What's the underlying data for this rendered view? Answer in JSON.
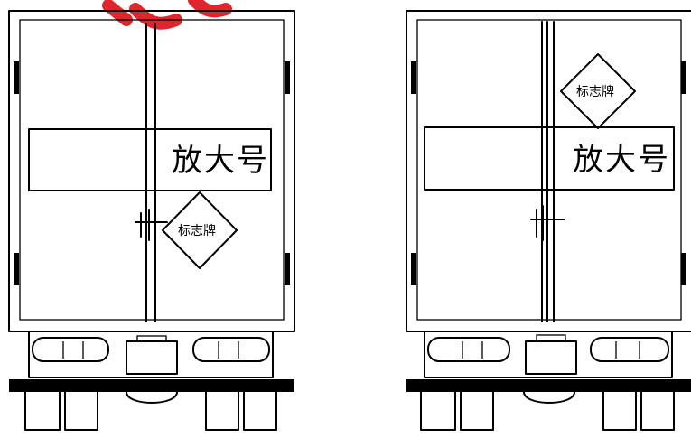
{
  "figure": {
    "vehicles": [
      {
        "id": "left-truck",
        "plate_label": "放大号",
        "sign_label": "标志牌",
        "sign_position": "lower-right-door"
      },
      {
        "id": "right-truck",
        "plate_label": "放大号",
        "sign_label": "标志牌",
        "sign_position": "upper-right-door"
      }
    ],
    "colors": {
      "line": "#000000",
      "background": "#ffffff",
      "watermark": "#e0262d"
    }
  }
}
